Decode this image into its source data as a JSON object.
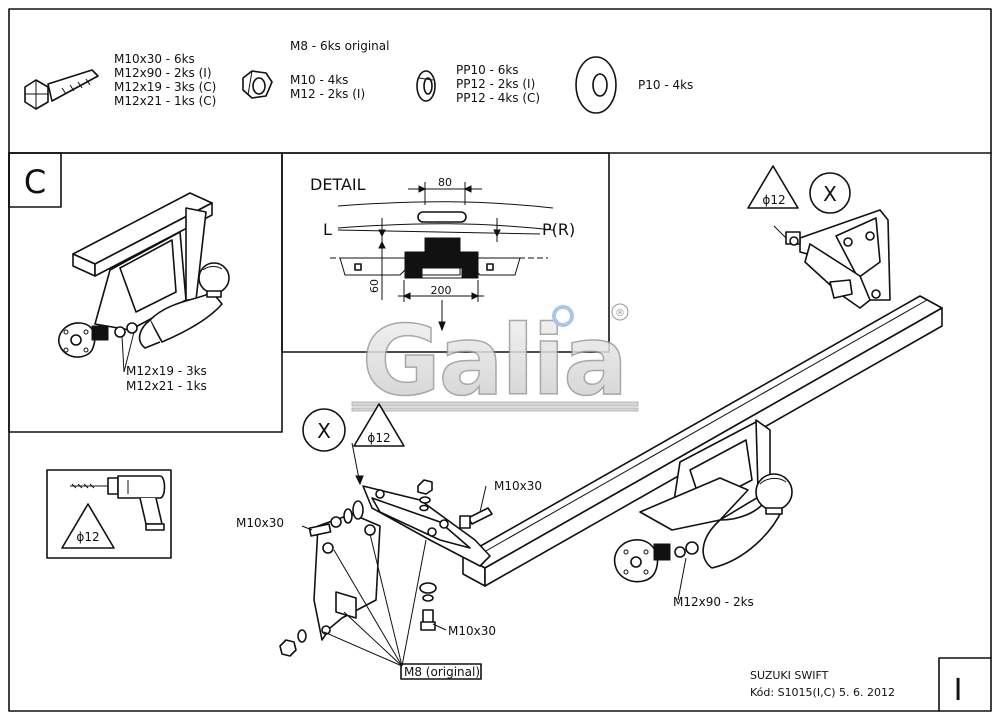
{
  "parts_list": {
    "bolt": [
      "M10x30 - 6ks",
      "M12x90 - 2ks (I)",
      "M12x19 - 3ks (C)",
      "M12x21 - 1ks (C)"
    ],
    "nut_header": "M8 - 6ks original",
    "nut": [
      "M10 - 4ks",
      "M12 - 2ks (I)"
    ],
    "spring_washer": [
      "PP10 - 6ks",
      "PP12 - 2ks (I)",
      "PP12 - 4ks (C)"
    ],
    "flat_washer": [
      "P10 - 4ks"
    ]
  },
  "variant_c": {
    "label": "C",
    "bolts": [
      "M12x19 - 3ks",
      "M12x21 - 1ks"
    ]
  },
  "detail": {
    "title": "DETAIL",
    "dim_top": "80",
    "dim_bottom": "200",
    "dim_side": "60",
    "label_left": "L",
    "label_right": "P(R)"
  },
  "watermark": {
    "text": "Galia",
    "registered": "®"
  },
  "markers": {
    "x_label": "X",
    "drill_dia": "ϕ12"
  },
  "main_callouts": {
    "left_bolt": "M10x30",
    "right_bolt": "M10x30",
    "bottom_bolt": "M10x30",
    "ball_bolt": "M12x90 - 2ks",
    "original_nuts": "M8 (original)"
  },
  "title_block": {
    "model": "SUZUKI SWIFT",
    "code": "Kód: S1015(I,C)  5. 6. 2012",
    "variant": "I"
  }
}
